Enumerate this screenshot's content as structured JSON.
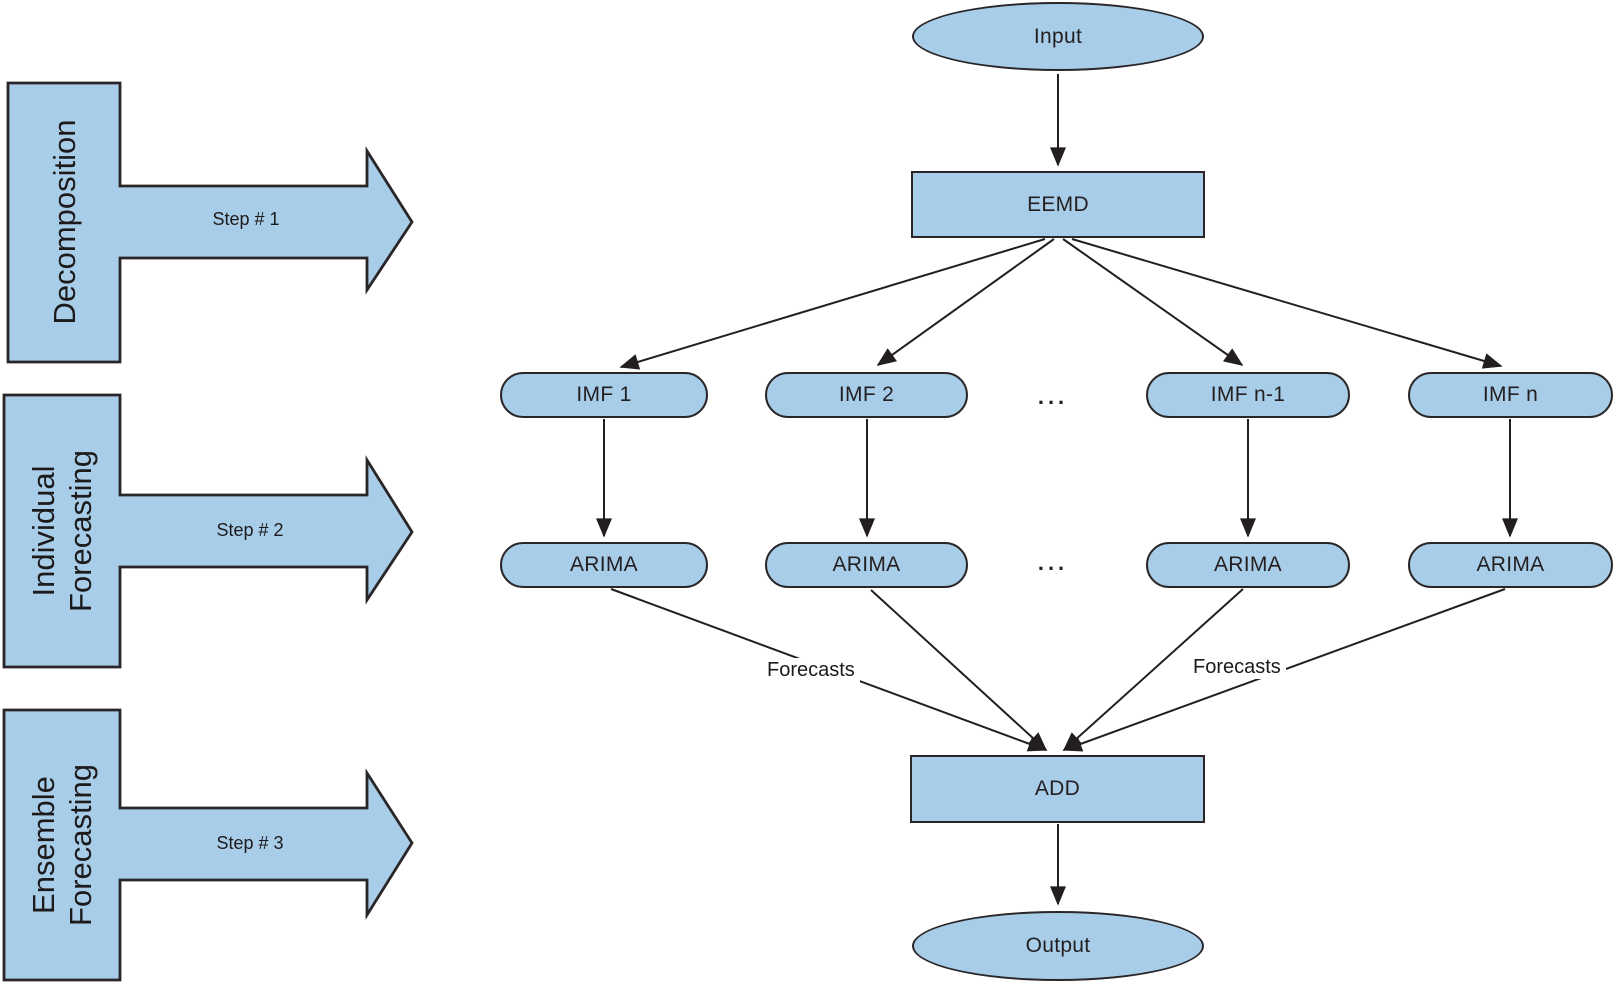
{
  "sections": [
    {
      "label_lines": [
        "Decomposition",
        ""
      ],
      "step": "Step # 1"
    },
    {
      "label_lines": [
        "Individual",
        "Forecasting"
      ],
      "step": "Step # 2"
    },
    {
      "label_lines": [
        "Ensemble",
        "Forecasting"
      ],
      "step": "Step # 3"
    }
  ],
  "flowchart": {
    "input": "Input",
    "eemd": "EEMD",
    "imf_nodes": [
      "IMF 1",
      "IMF 2",
      "IMF n-1",
      "IMF n"
    ],
    "arima": "ARIMA",
    "dots": "...",
    "forecasts": "Forecasts",
    "add": "ADD",
    "output": "Output"
  },
  "colors": {
    "node_fill": "#a8cde9",
    "node_border": "#2a2627",
    "connector": "#231f20",
    "text": "#231f20",
    "background": "#ffffff"
  }
}
